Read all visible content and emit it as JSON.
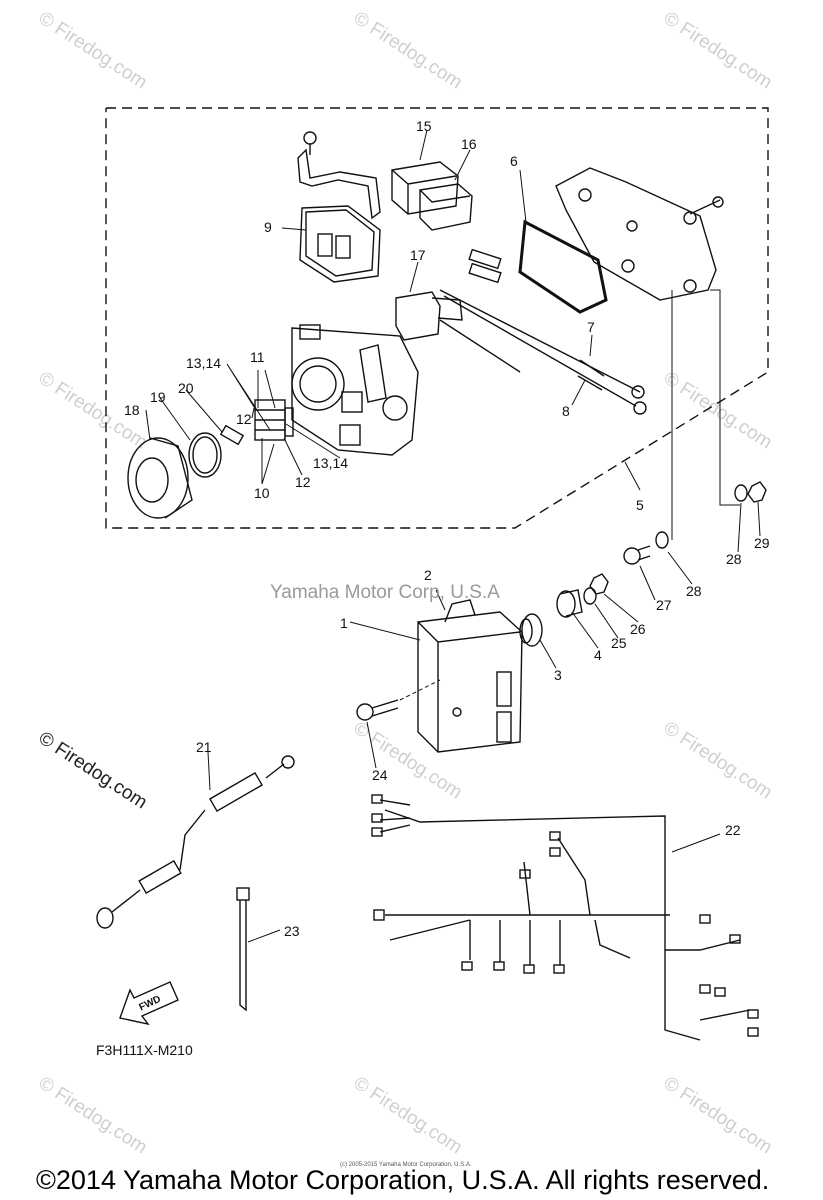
{
  "callouts": [
    "1",
    "2",
    "3",
    "4",
    "5",
    "6",
    "7",
    "8",
    "9",
    "10",
    "10",
    "11",
    "12",
    "12",
    "13,14",
    "13,14",
    "15",
    "16",
    "17",
    "18",
    "19",
    "20",
    "21",
    "22",
    "23",
    "24",
    "25",
    "26",
    "27",
    "28",
    "28",
    "29"
  ],
  "watermark": "© Firedog.com",
  "credit_text": "Yamaha Motor Corp, U.S.A",
  "diagram_code": "F3H111X-M210",
  "fwd_label": "FWD",
  "tiny_note": "(c) 2005-2015 Yamaha Motor Corporation, U.S.A.",
  "copyright": "©2014 Yamaha Motor Corporation, U.S.A. All rights reserved."
}
